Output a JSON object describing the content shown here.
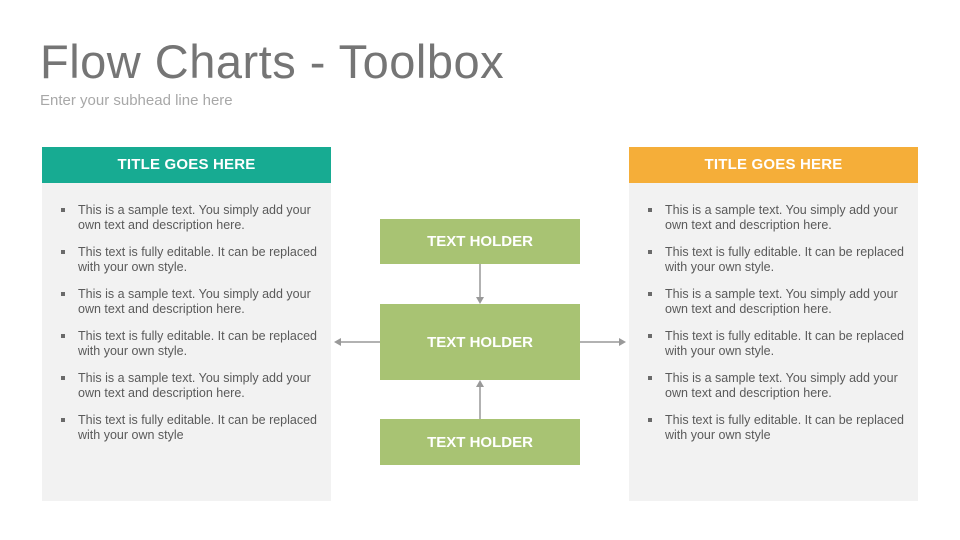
{
  "header": {
    "title": "Flow Charts - Toolbox",
    "subtitle": "Enter your subhead line here"
  },
  "left_panel": {
    "title": "TITLE GOES HERE",
    "items": [
      "This is a sample text. You simply add your own text and description here.",
      "This text is fully editable. It can be replaced with your own style.",
      "This is a sample text. You simply add your own text and description here.",
      "This text is fully editable. It can be replaced with your own style.",
      "This is a sample text. You simply add your own text and description here.",
      "This text is fully editable. It can be replaced with your own style"
    ]
  },
  "right_panel": {
    "title": "TITLE GOES HERE",
    "items": [
      "This is a sample text. You simply add your own text and description here.",
      "This text is fully editable. It can be replaced with your own style.",
      "This is a sample text. You simply add your own text and description here.",
      "This text is fully editable. It can be replaced with your own style.",
      "This is a sample text. You simply add your own text and description here.",
      "This text is fully editable. It can be replaced with your own style"
    ]
  },
  "flow": {
    "top_label": "TEXT HOLDER",
    "middle_label": "TEXT HOLDER",
    "bottom_label": "TEXT HOLDER"
  },
  "colors": {
    "left_header": "#17ab92",
    "right_header": "#f5ae39",
    "holder": "#a8c373",
    "panel_bg": "#f2f2f2",
    "arrow": "#999999"
  }
}
